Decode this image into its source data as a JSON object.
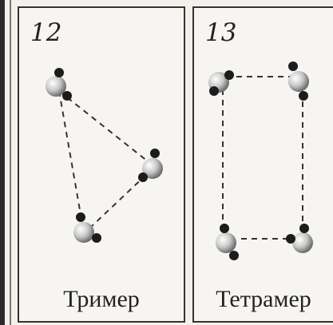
{
  "panels": [
    {
      "number": "12",
      "caption": "Тример"
    },
    {
      "number": "13",
      "caption": "Тетрамер"
    }
  ],
  "colors": {
    "oxygen": "#d2d2d2",
    "hydrogen": "#1c1c1c",
    "bond": "#333333"
  }
}
